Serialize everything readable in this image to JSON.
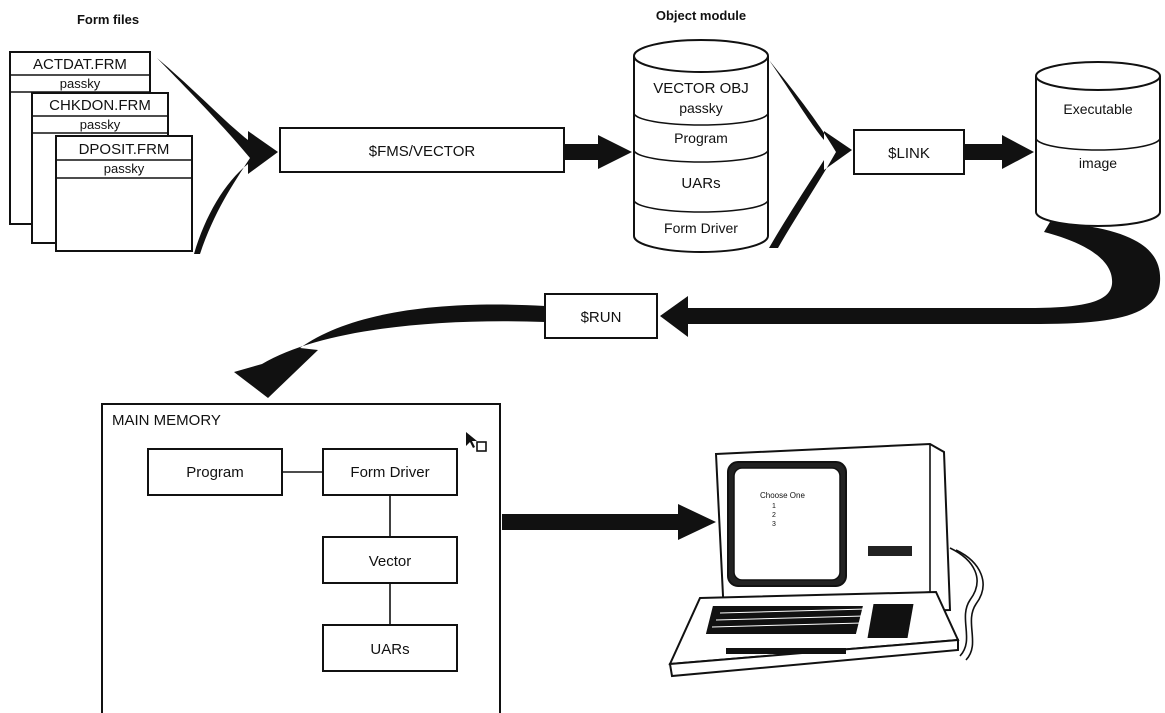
{
  "form_files": {
    "heading": "Form files",
    "files": [
      {
        "name": "ACTDAT.FRM",
        "key": "passky"
      },
      {
        "name": "CHKDON.FRM",
        "key": "passky"
      },
      {
        "name": "DPOSIT.FRM",
        "key": "passky"
      }
    ]
  },
  "steps": {
    "vector": "$FMS/VECTOR",
    "link": "$LINK",
    "run": "$RUN"
  },
  "object_module": {
    "heading": "Object module",
    "sections": [
      "VECTOR OBJ",
      "passky",
      "Program",
      "UARs",
      "Form Driver"
    ]
  },
  "executable": {
    "lines": [
      "Executable",
      "image"
    ]
  },
  "main_memory": {
    "title": "MAIN MEMORY",
    "boxes": {
      "program": "Program",
      "form_driver": "Form Driver",
      "vector": "Vector",
      "uars": "UARs"
    }
  },
  "terminal": {
    "screen_lines": [
      "Choose One",
      "1",
      "2",
      "3"
    ]
  },
  "colors": {
    "ink": "#111111",
    "paper": "#ffffff"
  }
}
